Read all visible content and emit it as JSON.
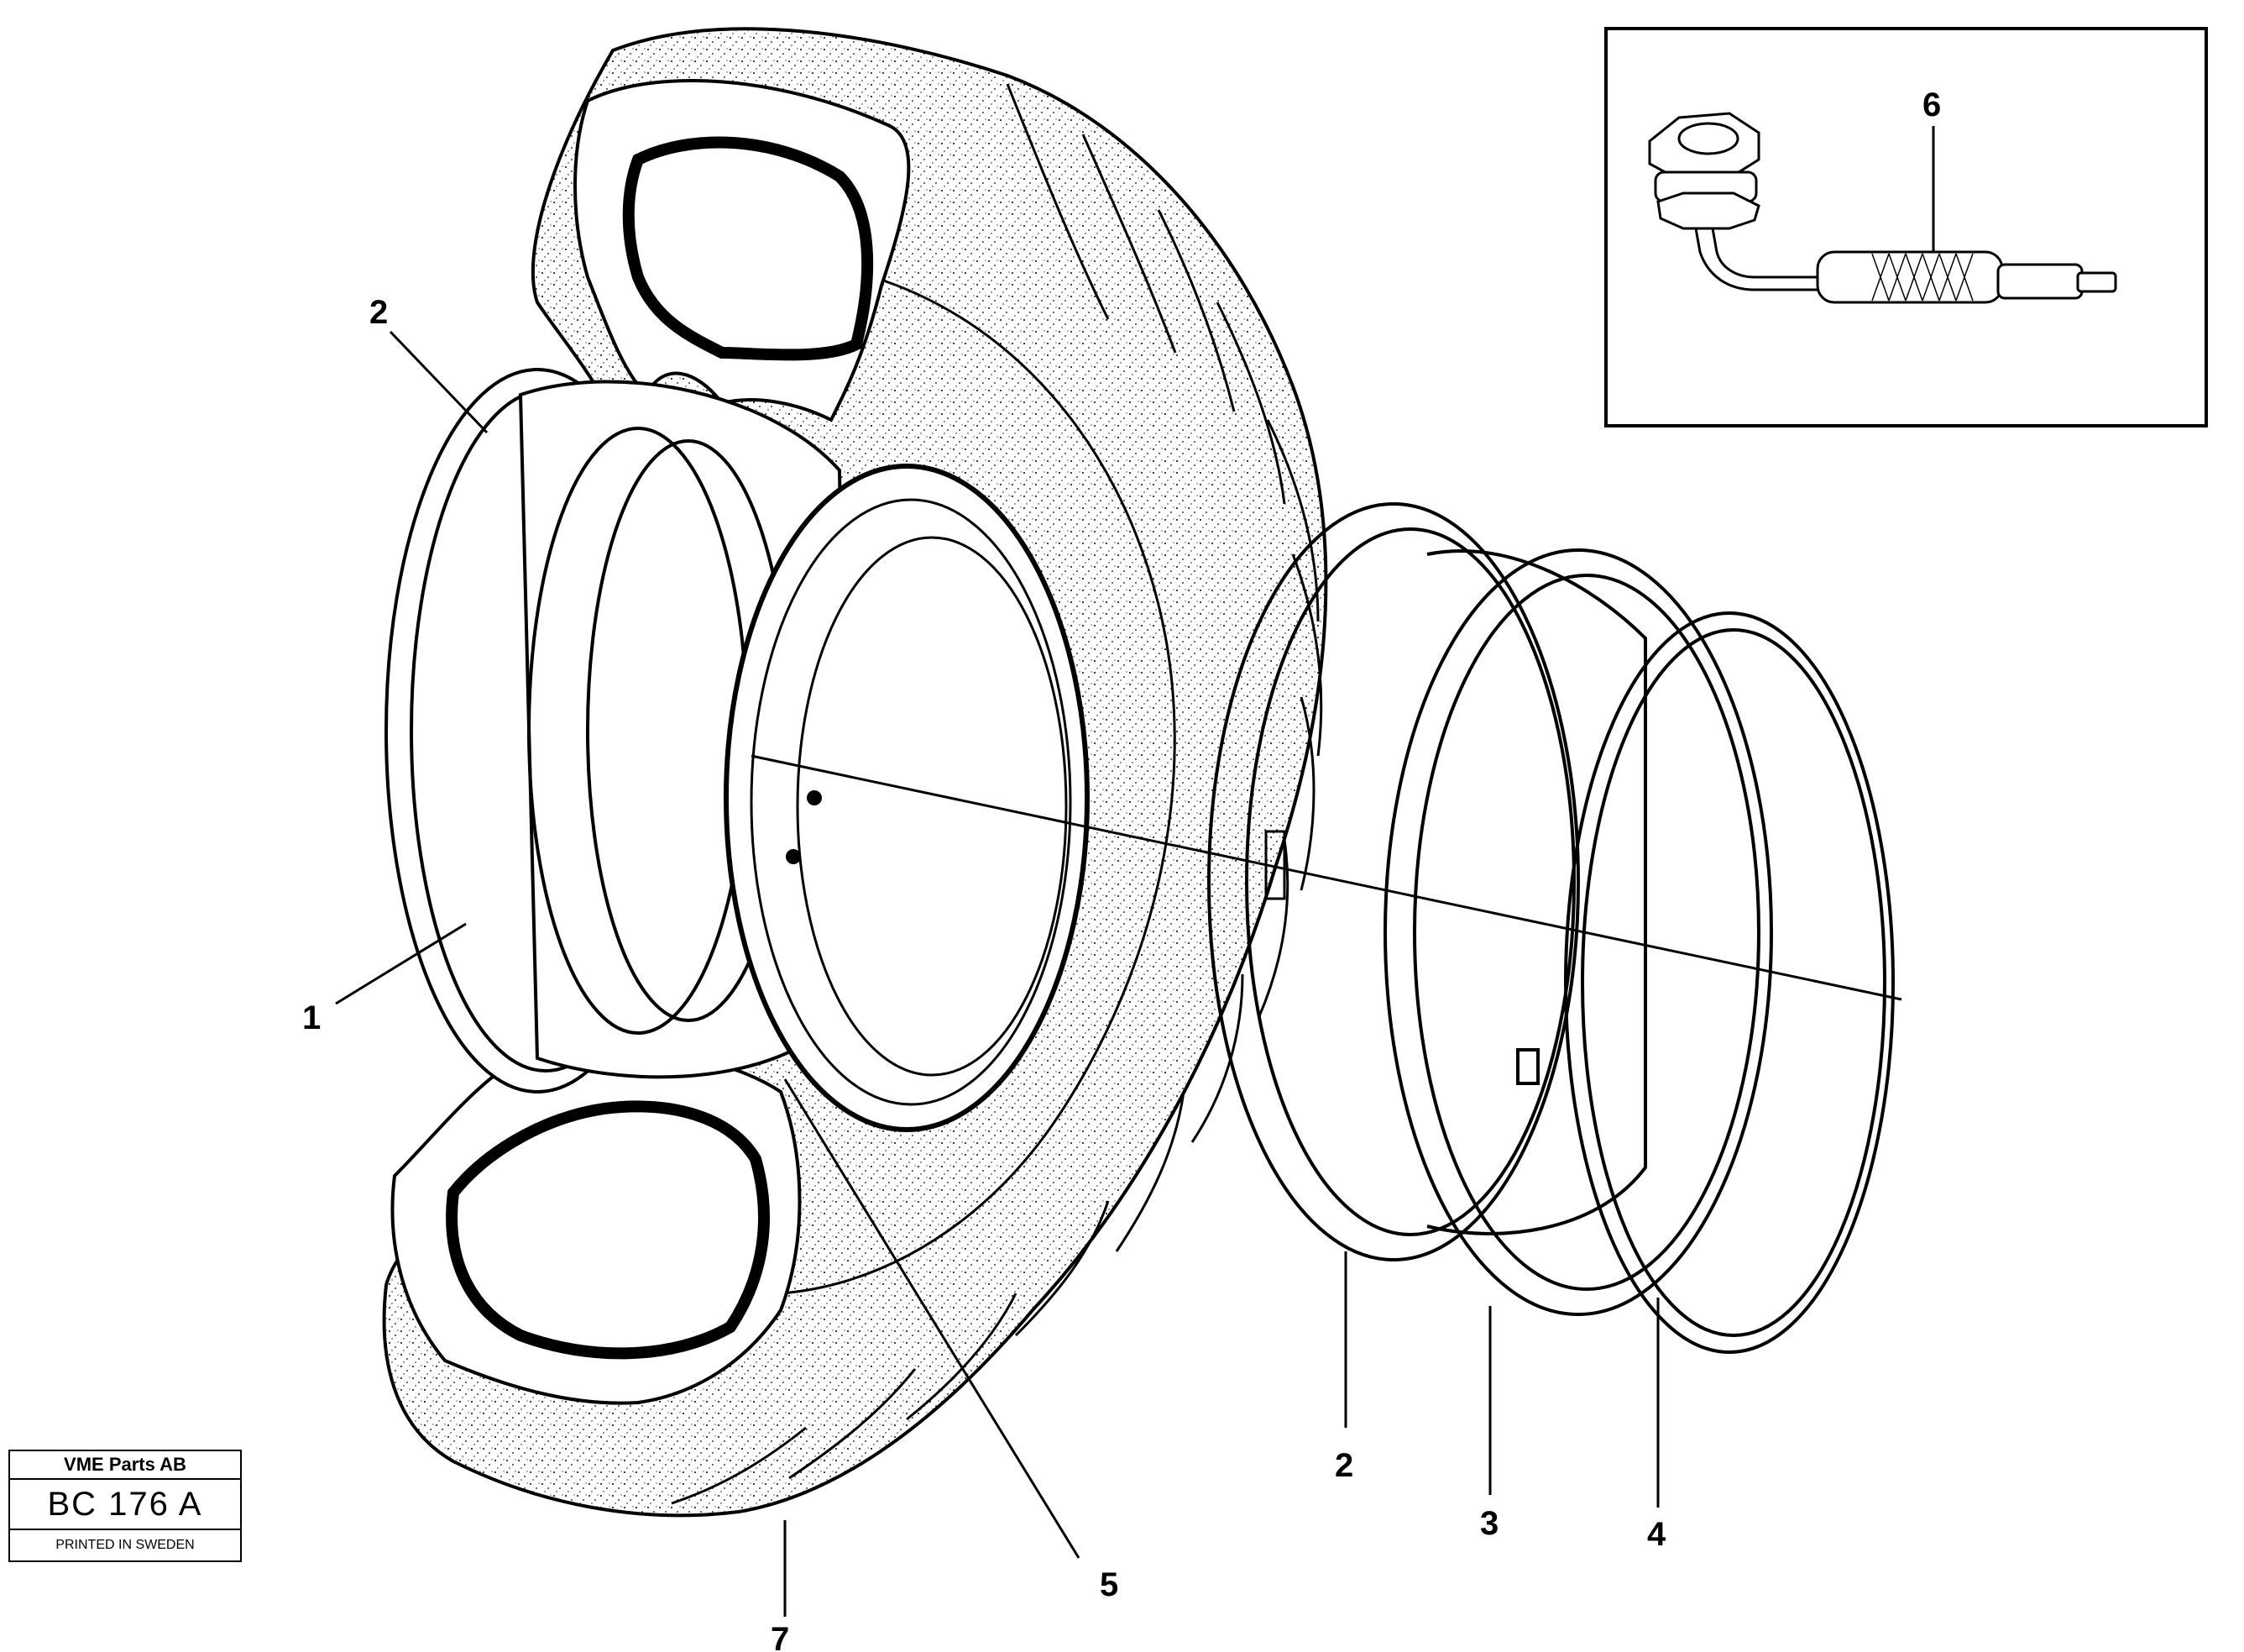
{
  "callouts": {
    "tyre": "1",
    "rim_left": "2",
    "rim_right": "2",
    "flange_ring": "3",
    "lock_ring": "4",
    "o_ring": "5",
    "valve": "6",
    "tyre_bottom": "7"
  },
  "stamp": {
    "company": "VME Parts AB",
    "code": "BC 176 A",
    "printed": "PRINTED IN SWEDEN"
  }
}
